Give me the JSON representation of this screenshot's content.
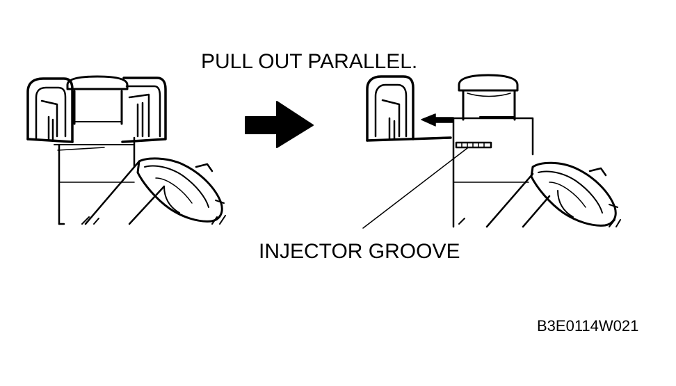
{
  "figure": {
    "instruction": "PULL OUT PARALLEL.",
    "groove_label": "INJECTOR GROOVE",
    "figure_code": "B3E0114W021"
  },
  "colors": {
    "ink": "#000000",
    "paper": "#ffffff"
  },
  "icons": {
    "transition": "right-arrow-icon",
    "pull_direction": "left-arrow-icon"
  }
}
